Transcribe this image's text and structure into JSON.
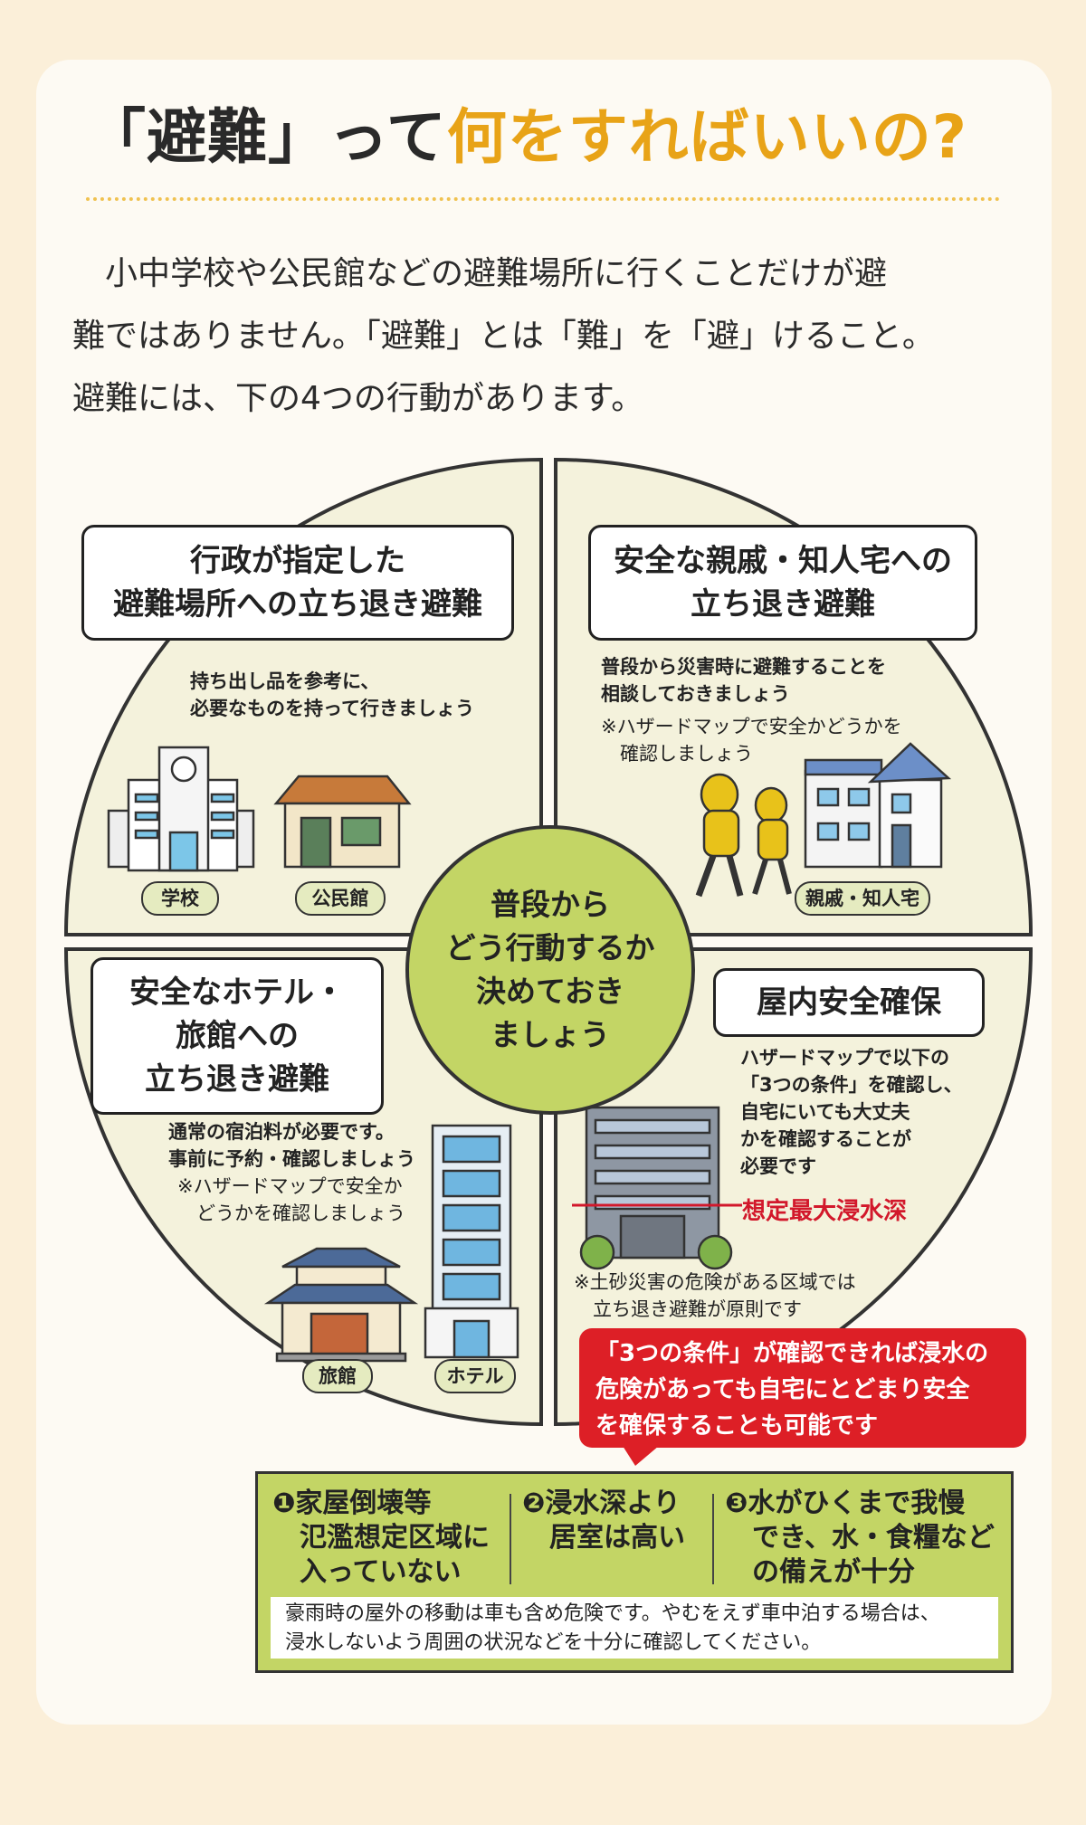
{
  "title": {
    "part1": "「避難」って",
    "part2": "何をすればいいの?"
  },
  "intro": {
    "lines": [
      "　小中学校や公民館などの避難場所に行くことだけが避",
      "難ではありません。「避難」とは「難」を「避」けること。",
      "避難には、下の4つの行動があります。"
    ]
  },
  "center_text": "普段から\nどう行動するか\n決めておき\nましょう",
  "quadrants": {
    "top_left": {
      "label": "行政が指定した\n避難場所への立ち退き避難",
      "note": "持ち出し品を参考に、\n必要なものを持って行きましょう",
      "tags": [
        "学校",
        "公民館"
      ]
    },
    "top_right": {
      "label": "安全な親戚・知人宅への\n立ち退き避難",
      "note": "普段から災害時に避難することを\n相談しておきましょう",
      "subnote": "※ハザードマップで安全かどうかを\n　確認しましょう",
      "tags": [
        "親戚・知人宅"
      ]
    },
    "bottom_left": {
      "label": "安全なホテル・\n旅館への\n立ち退き避難",
      "note": "通常の宿泊料が必要です。\n事前に予約・確認しましょう",
      "subnote": "※ハザードマップで安全か\n　どうかを確認しましょう",
      "tags": [
        "旅館",
        "ホテル"
      ]
    },
    "bottom_right": {
      "label": "屋内安全確保",
      "note": "ハザードマップで以下の\n「3つの条件」を確認し、\n自宅にいても大丈夫\nかを確認することが\n必要です",
      "flood_label": "想定最大浸水深",
      "subnote": "※土砂災害の危険がある区域では\n　立ち退き避難が原則です"
    }
  },
  "callout": "「3つの条件」が確認できれば浸水の\n危険があっても自宅にとどまり安全\nを確保することも可能です",
  "conditions": [
    "❶家屋倒壊等\n　氾濫想定区域に\n　入っていない",
    "❷浸水深より\n　居室は高い",
    "❸水がひくまで我慢\n　でき、水・食糧など\n　の備えが十分"
  ],
  "warning": "豪雨時の屋外の移動は車も含め危険です。やむをえず車中泊する場合は、\n浸水しないよう周囲の状況などを十分に確認してください。",
  "colors": {
    "background": "#fbefd9",
    "card": "#fdfaf3",
    "title_accent": "#e8a317",
    "circle_fill": "#f4f2dc",
    "center_fill": "#c3d565",
    "callout_red": "#dd1f26"
  }
}
